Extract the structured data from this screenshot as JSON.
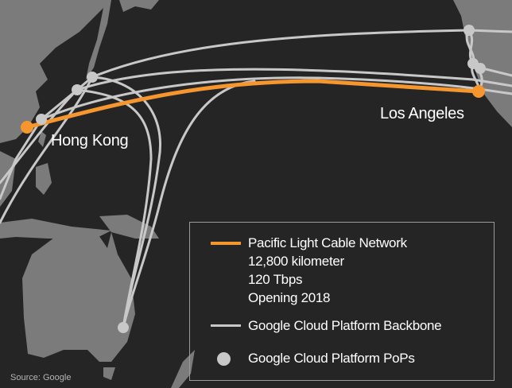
{
  "map": {
    "cities": {
      "hong_kong": "Hong Kong",
      "los_angeles": "Los Angeles"
    },
    "colors": {
      "ocean": "#262526",
      "land": "#7b7b7b",
      "cable": "#f5962f",
      "backbone": "#c8c8c8",
      "pop": "#c8c8c8"
    }
  },
  "legend": {
    "cable": {
      "name": "Pacific Light Cable Network",
      "length": "12,800 kilometer",
      "capacity": "120 Tbps",
      "opening": "Opening 2018"
    },
    "backbone": "Google Cloud Platform Backbone",
    "pops": "Google Cloud Platform PoPs"
  },
  "source": "Source: Google"
}
